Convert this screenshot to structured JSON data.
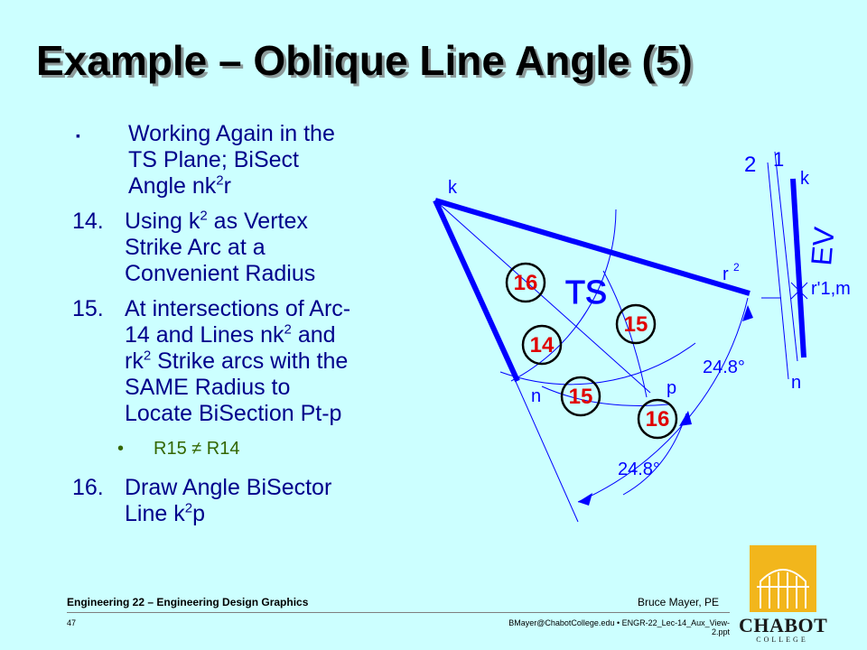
{
  "slide": {
    "title": "Example – Oblique Line Angle (5)",
    "bullets": [
      {
        "marker": "▪",
        "lines": [
          {
            "text": "Working Again in the"
          },
          {
            "text": "TS Plane; BiSect"
          },
          {
            "text": "Angle nk",
            "sup": "2",
            "after": "r"
          }
        ]
      },
      {
        "marker": "14.",
        "lines": [
          {
            "text": "Using k",
            "sup": "2",
            "after": " as Vertex"
          },
          {
            "text": "Strike Arc at a"
          },
          {
            "text": "Convenient Radius"
          }
        ]
      },
      {
        "marker": "15.",
        "lines": [
          {
            "text": "At intersections of Arc-"
          },
          {
            "text": "14 and Lines nk",
            "sup": "2",
            "after": " and"
          },
          {
            "text": "rk",
            "sup": "2",
            "after": " Strike arcs with the"
          },
          {
            "text": "SAME Radius to"
          },
          {
            "text": "Locate BiSection Pt-p"
          }
        ]
      }
    ],
    "subbullet": {
      "marker": "•",
      "text": "R15 ≠ R14"
    },
    "last_bullet": {
      "marker": "16.",
      "lines": [
        {
          "text": "Draw Angle BiSector"
        },
        {
          "text": "Line k",
          "sup": "2",
          "after": "p"
        }
      ]
    }
  },
  "diagram": {
    "labels": {
      "k_left": "k",
      "two": "2",
      "one": "1",
      "k_right": "k",
      "ev": "EV",
      "r2": "r",
      "r2_sup": "2",
      "rprime_m": "r'1,m",
      "ts": "TS",
      "n_left": "n",
      "p": "p",
      "n_right": "n",
      "angle1": "24.8°",
      "angle2": "24.8°"
    },
    "steps": [
      "16",
      "15",
      "14",
      "15",
      "16"
    ]
  },
  "footer": {
    "course": "Engineering 22 – Engineering Design Graphics",
    "author": "Bruce Mayer, PE",
    "page": "47",
    "file": "BMayer@ChabotCollege.edu  • ENGR-22_Lec-14_Aux_View-2.ppt"
  },
  "logo": {
    "name": "CHABOT",
    "sub": "COLLEGE"
  },
  "colors": {
    "background": "#ccffff",
    "text": "#00008b",
    "lines": "#0000ff",
    "step": "#e00000"
  }
}
